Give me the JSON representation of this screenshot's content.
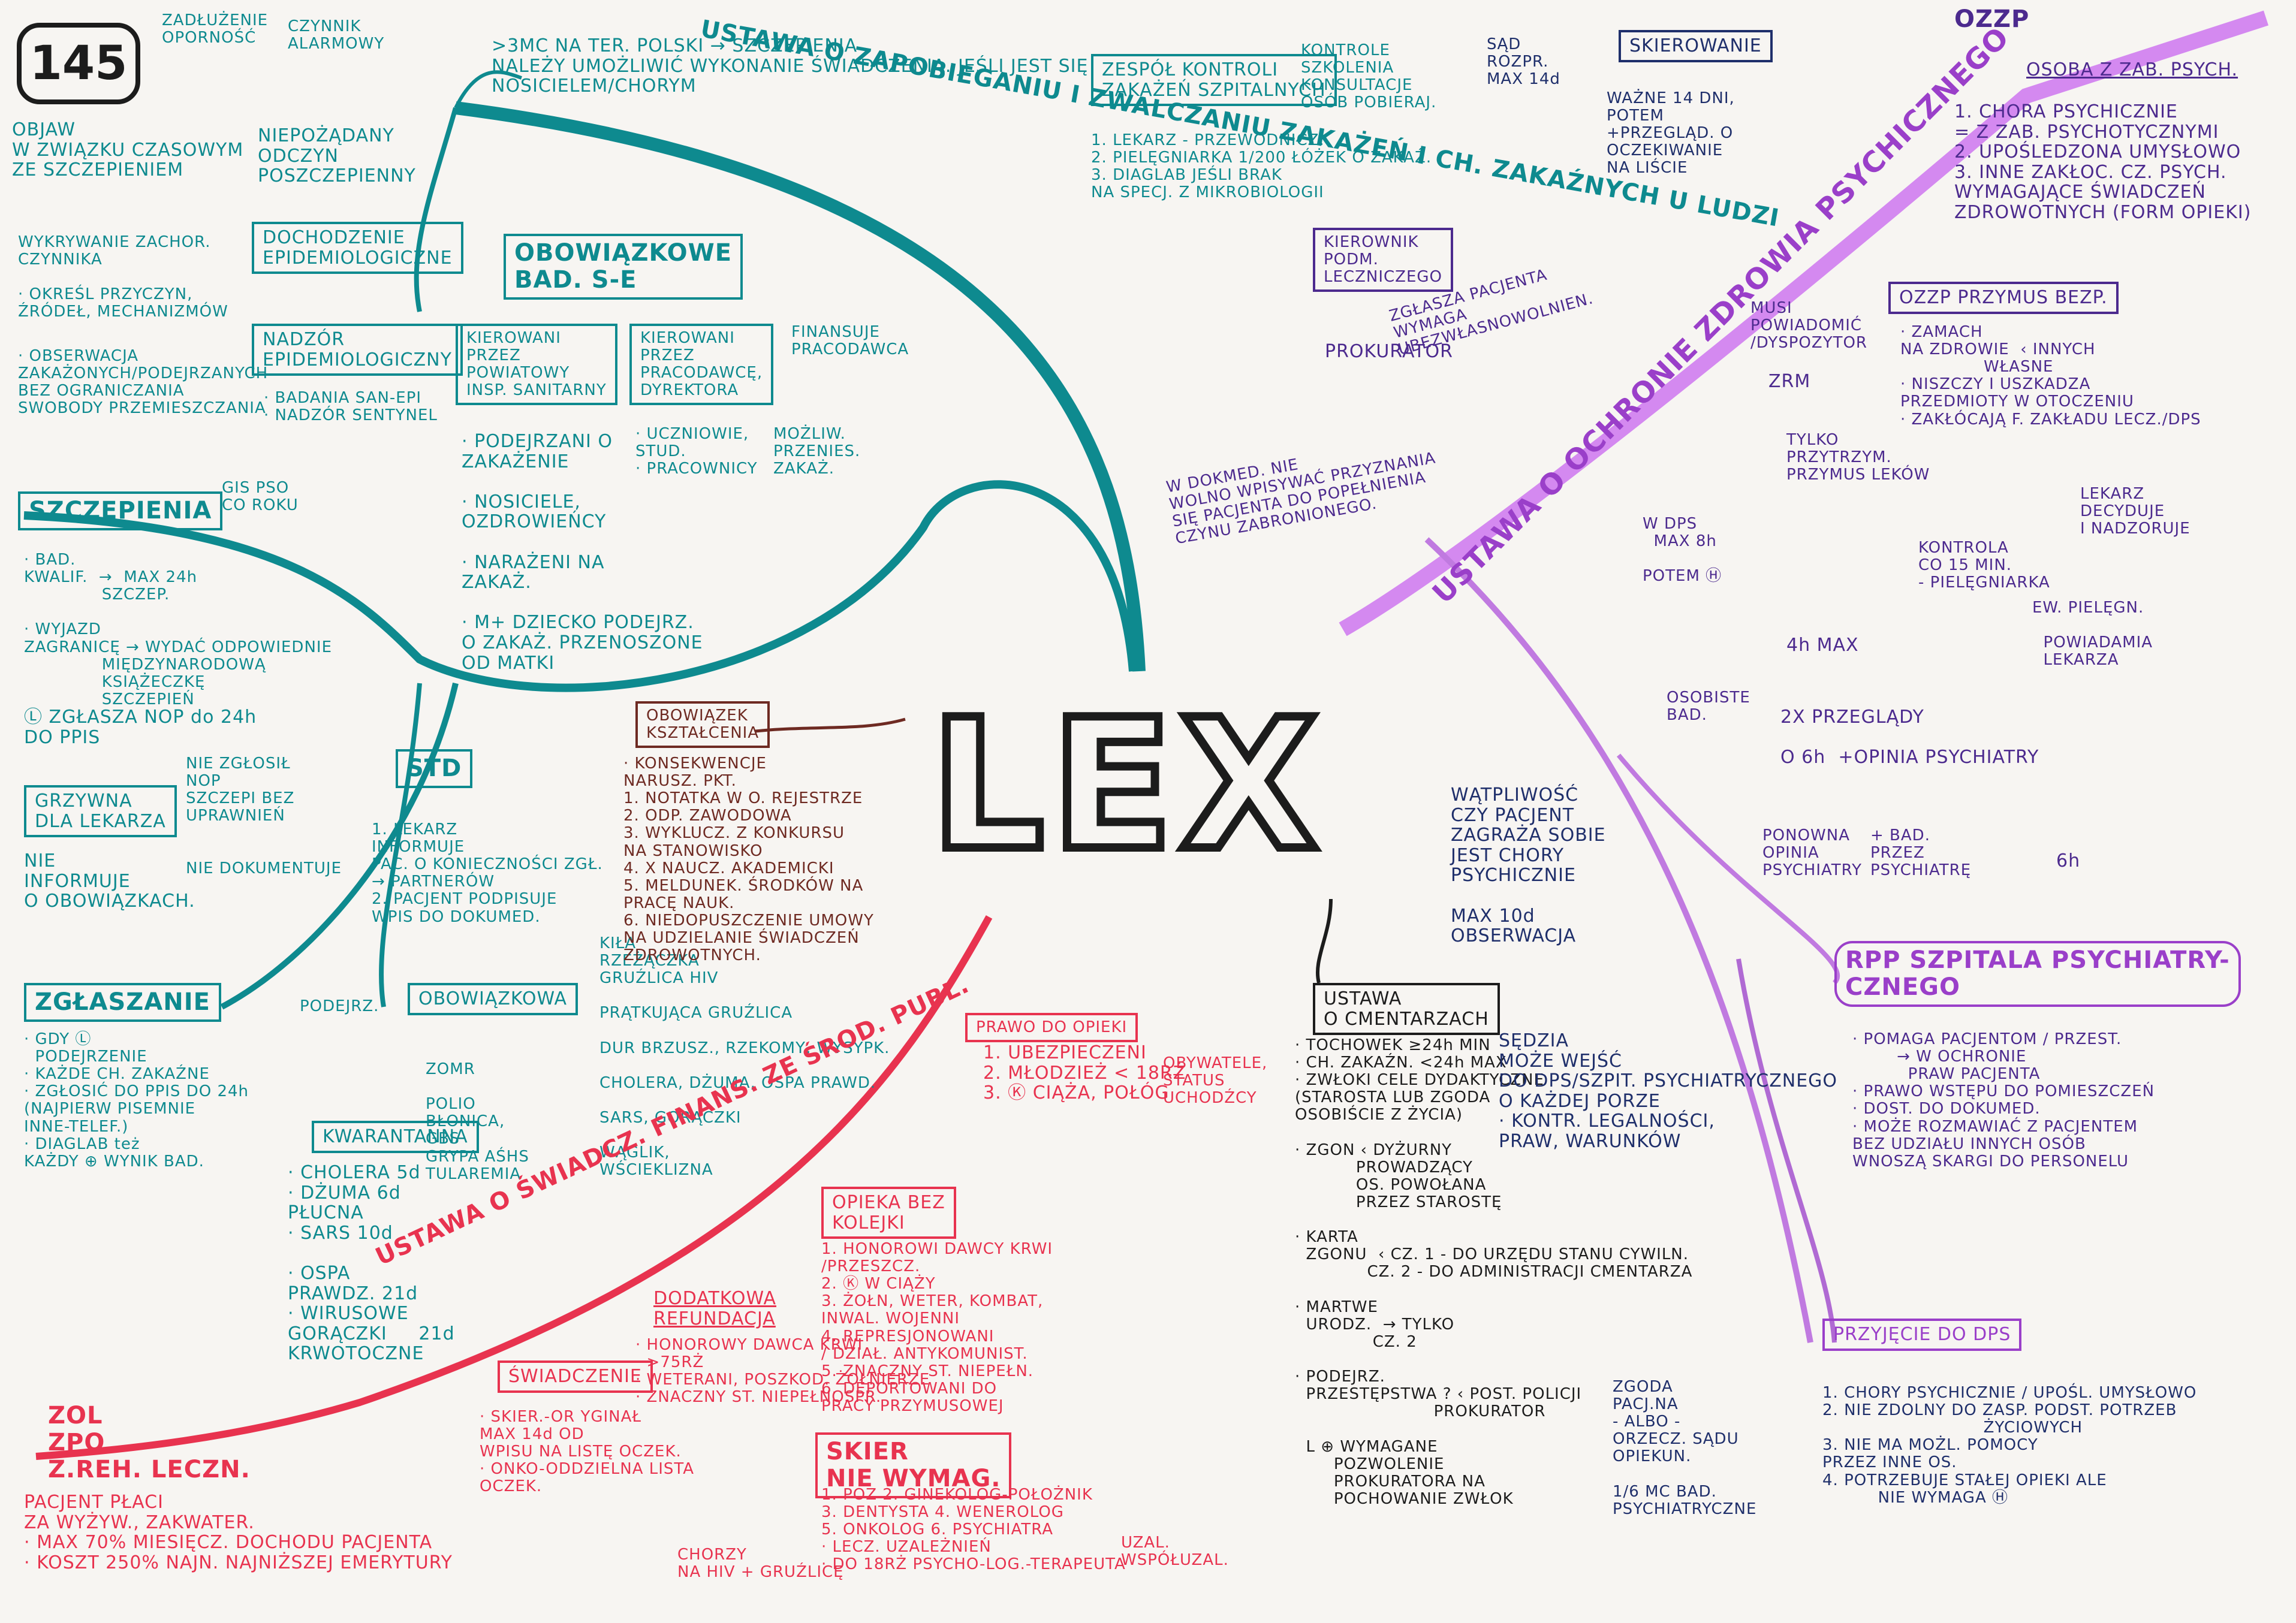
{
  "badge": "145",
  "center": "LEX",
  "branches": {
    "zapobieganie": {
      "title": "USTAWA O ZAPOBIEGANIU I ZWALCZANIU ZAKAŻEŃ I CH. ZAKAŹNYCH U LUDZI",
      "top_note": ">3MC NA TER. POLSKI → SZCZEPIENIA\nNALEŻY UMOŻLIWIĆ WYKONANIE ŚWIADCZENIA. JEŚLI JEST SIĘ\nNOSICIELEM/CHORYM",
      "zadl": "ZADŁUŻENIE\nOPORNOŚĆ",
      "czynnik": "CZYNNIK\nALARMOWY",
      "objaw": "OBJAW\nW ZWIĄZKU CZASOWYM\nZE SZCZEPIENIEM",
      "nop": "NIEPOŻĄDANY\nODCZYN\nPOSZCZEPIENNY",
      "doch_box": "DOCHODZENIE\nEPIDEMIOLOGICZNE",
      "doch_notes": "WYKRYWANIE ZACHOR.\nCZYNNIKA\n\n· OKREŚL PRZYCZYN,\nŹRÓDEŁ, MECHANIZMÓW",
      "nadzor_box": "NADZÓR\nEPIDEMIOLOGICZNY",
      "nadzor_notes": "· OBSERWACJA\nZAKAŻONYCH/PODEJRZANYCH\nBEZ OGRANICZANIA\nSWOBODY PRZEMIESZCZANIA",
      "nadzor_items": "· BADANIA SAN-EPI\n· NADZÓR SENTYNEL",
      "zespol_box": "ZESPÓŁ KONTROLI\nZAKAŻEŃ SZPITALNYCH",
      "zespol_side": "KONTROLE\nSZKOLENIA\nKONSULTACJE\nOSÓB POBIERAJ.",
      "zespol_list": "1. LEKARZ - PRZEWODNICZ.\n2. PIELĘGNIARKA 1/200 ŁÓŻEK O ZAKAŹ.\n3. DIAGLAB JEŚLI BRAK\nNA SPECJ. Z MIKROBIOLOGII",
      "bad_box": "OBOWIĄZKOWE\nBAD. S-E",
      "kier_box": "KIEROWANI\nPRZEZ\nPOWIATOWY\nINSP. SANITARNY",
      "kier_list": "· PODEJRZANI O\nZAKAŻENIE\n\n· NOSICIELE,\nOZDROWIEŃCY\n\n· NARAŻENI NA\nZAKAŻ.\n\n· M+ DZIECKO PODEJRZ.\nO ZAKAŻ. PRZENOSZONE\nOD MATKI",
      "prac_box": "KIEROWANI\nPRZEZ\nPRACODAWCĘ,\nDYREKTORA",
      "prac_side": "FINANSUJE\nPRACODAWCA",
      "prac_list": "· UCZNIOWIE,\nSTUD.\n· PRACOWNICY",
      "prac_note": "MOŻLIW.\nPRZENIES.\nZAKAŻ.",
      "szczep_box": "SZCZEPIENIA",
      "szczep_side": "GIS PSO\nCO ROKU",
      "szczep_list": "· BAD.\nKWALIF.  →  MAX 24h\n              SZCZEP.\n\n· WYJAZD\nZAGRANICĘ → WYDAĆ ODPOWIEDNIE\n              MIĘDZYNARODOWĄ\n              KSIĄŻECZKĘ\n              SZCZEPIEŃ",
      "nop_report": "Ⓛ ZGŁASZA NOP do 24h\nDO PPIS",
      "grzywna_box": "GRZYWNA\nDLA LEKARZA",
      "grzywna_notes": "NIE ZGŁOSIŁ\nNOP\nSZCZEPI BEZ\nUPRAWNIEŃ\n\n\nNIE DOKUMENTUJE",
      "nie_inf": "NIE\nINFORMUJE\nO OBOWIĄZKACH.",
      "std_box": "STD",
      "std_list": "1. LEKARZ\nINFORMUJE\nPAC. O KONIECZNOŚCI ZGŁ.\n→ PARTNERÓW\n2. PACJENT PODPISUJE\nWPIS DO DOKUMED.",
      "zgl_box": "ZGŁASZANIE",
      "zgl_list": "· GDY Ⓛ\n  PODEJRZENIE\n· KAŻDE CH. ZAKAŹNE\n· ZGŁOSIĆ DO PPIS DO 24h\n(NAJPIERW PISEMNIE\nINNE-TELEF.)\n· DIAGLAB też\nKAŻDY ⊕ WYNIK BAD.",
      "podejrz": "PODEJRZ.",
      "obow_box": "OBOWIĄZKOWA",
      "obow_list": "KIŁA\nRZEŻĄCZKA\nGRUŹLICA HIV\n\nPRĄTKUJĄCA GRUŹLICA\n\nDUR BRZUSZ., RZEKOMY, WYSYPK.\n\nCHOLERA, DŻUMA, OSPA PRAWD.\n\nSARS, GORĄCZKI\n\nWĄGLIK,\nWŚCIEKLIZNA",
      "obow_extra": "ZOMR\n\nPOLIO\nBŁONICA,\nGBS\nGRYPA AŚHS\nTULAREMIA",
      "kwar_box": "KWARANTANNA",
      "kwar_list": "· CHOLERA 5d\n· DŻUMA 6d\nPŁUCNA\n· SARS 10d\n\n· OSPA\nPRAWDZ. 21d\n· WIRUSOWE\nGORĄCZKI     21d\nKRWOTOCZNE"
    },
    "kszt": {
      "box": "OBOWIĄZEK\nKSZTAŁCENIA",
      "list": "· KONSEKWENCJE\nNARUSZ. PKT.\n1. NOTATKA W O. REJESTRZE\n2. ODP. ZAWODOWA\n3. WYKLUCZ. Z KONKURSU\nNA STANOWISKO\n4. X NAUCZ. AKADEMICKI\n5. MELDUNEK. ŚRODKÓW NA\nPRACĘ NAUK.\n6. NIEDOPUSZCZENIE UMOWY\nNA UDZIELANIE ŚWIADCZEŃ\nZDROWOTNYCH."
    },
    "swiadczenia": {
      "title": "USTAWA O ŚWIADCZ. FINANS. ZE ŚROD. PUBL.",
      "prawo_box": "PRAWO DO OPIEKI",
      "prawo_list": "1. UBEZPIECZENI\n2. MŁODZIEŻ < 18RŻ\n3. Ⓚ CIĄŻA, POŁÓG",
      "prawo_side": "OBYWATELE,\nSTATUS\nUCHODŹCY",
      "kolejka_box": "OPIEKA BEZ\nKOLEJKI",
      "kolejka_list": "1. HONOROWI DAWCY KRWI\n/PRZESZCZ.\n2. Ⓚ W CIĄŻY\n3. ŻOŁN, WETER, KOMBAT,\nINWAL. WOJENNI\n4. REPRESJONOWANI\n/ DZIAŁ. ANTYKOMUNIST.\n5. ZNACZNY ST. NIEPEŁN.\n6. DEPORTOWANI DO\nPRACY PRZYMUSOWEJ",
      "refund_box": "DODATKOWA\nREFUNDACJA",
      "refund_list": "· HONOROWY DAWCA KRWI\n· >75RŻ\n· WETERANI, POSZKOD. ŻOŁNIERZE\n· ZNACZNY ST. NIEPEŁNOSPR.",
      "swiad_box": "ŚWIADCZENIE",
      "swiad_list": "· SKIER.-OR YGINAŁ\nMAX 14d OD\nWPISU NA LISTĘ OCZEK.\n· ONKO-ODDZIELNA LISTA\nOCZEK.",
      "skier_box": "SKIER\nNIE WYMAG.",
      "skier_list": "1. POZ 2. GINEKOLOG-POŁOŻNIK\n3. DENTYSTA 4. WENEROLOG\n5. ONKOLOG 6. PSYCHIATRA\n· LECZ. UZALEŻNIEŃ\n· DO 18RŻ PSYCHO-LOG.-TERAPEUTA",
      "skier_side": "UZAL.\nWSPÓŁUZAL.",
      "hiv": "CHORZY\nNA HIV + GRUŹLICĘ",
      "zol": "ZOL\nZPO\nZ.REH. LECZN.",
      "zol_list": "PACJENT PŁACI\nZA WYŻYW., ZAKWATER.\n· MAX 70% MIESIĘCZ. DOCHODU PACJENTA\n· KOSZT 250% NAJN. NAJNIŻSZEJ EMERYTURY"
    },
    "cmentarze": {
      "box": "USTAWA\nO CMENTARZACH",
      "list": "· TOCHOWEK ≥24h MIN\n· CH. ZAKAŹN. <24h MAX\n· ZWŁOKI CELE DYDAKTYCZNE\n(STAROSTA LUB ZGODA\nOSOBIŚCIE Z ŻYCIA)\n\n· ZGON ‹ DYŻURNY\n           PROWADZĄCY\n           OS. POWOŁANA\n           PRZEZ STAROSTĘ\n\n· KARTA\n  ZGONU  ‹ CZ. 1 - DO URZĘDU STANU CYWILN.\n             CZ. 2 - DO ADMINISTRACJI CMENTARZA\n\n· MARTWE\n  URODZ.  → TYLKO\n              CZ. 2\n\n· PODEJRZ.\n  PRZESTĘPSTWA ? ‹ POST. POLICJI\n                         PROKURATOR\n\n  L ⊕ WYMAGANE\n       POZWOLENIE\n       PROKURATORA NA\n       POCHOWANIE ZWŁOK",
      "wat": "WĄTPLIWOŚĆ\nCZY PACJENT\nZAGRAŻA SOBIE\nJEST CHORY\nPSYCHICZNIE\n\nMAX 10d\nOBSERWACJA"
    },
    "psych": {
      "title": "USTAWA O OCHRONIE ZDROWIA PSYCHICZNEGO",
      "ozzp": "OZZP",
      "ozzp_box": "OSOBA Z ZAB. PSYCH.",
      "ozzp_list": "1. CHORA PSYCHICZNIE\n= Z ZAB. PSYCHOTYCZNYMI\n2. UPOŚLEDZONA UMYSŁOWO\n3. INNE ZAKŁOC. CZ. PSYCH.\nWYMAGAJĄCE ŚWIADCZEŃ\nZDROWOTNYCH (FORM OPIEKI)",
      "skier_box": "SKIEROWANIE",
      "skier_list": "WAŻNE 14 DNI,\nPOTEM\n+PRZEGLĄD. O\nOCZEKIWANIE\nNA LIŚCIE",
      "sad": "SĄD\nROZPR.\nMAX 14d",
      "kier_box": "KIEROWNIK\nPODM.\nLECZNICZEGO",
      "kier_note": "ZGŁASZA PACJENTA\nWYMAGA\nUBEZWŁASNOWOLNIEN.",
      "prokurator": "PROKURATOR",
      "dokmed": "W DOKMED. NIE\nWOLNO WPISYWAĆ PRZYZNANIA\nSIĘ PACJENTA DO POPEŁNIENIA\nCZYNU ZABRONIONEGO.",
      "przymus_box": "OZZP PRZYMUS BEZP.",
      "musi": "MUSI\nPOWIADOMIĆ\n/DYSPOZYTOR",
      "zrm": "ZRM",
      "zamach": "· ZAMACH\nNA ZDROWIE  ‹ INNYCH\n               WŁASNE\n· NISZCZY I USZKADZA\nPRZEDMIOTY W OTOCZENIU\n· ZAKŁÓCAJĄ F. ZAKŁADU LECZ./DPS",
      "tylko": "TYLKO\nPRZYTRZYM.\nPRZYMUS LEKÓW",
      "dps": "W DPS\n  MAX 8h\n\nPOTEM Ⓗ",
      "kontrola": "KONTROLA\nCO 15 MIN.\n- PIELĘGNIARKA",
      "lekarz": "LEKARZ\nDECYDUJE\nI NADZORUJE",
      "piel": "EW. PIELĘGN.\n\n  POWIADAMIA\n  LEKARZA",
      "max4h": "4h MAX",
      "osob": "OSOBISTE\nBAD.",
      "przeg": "2X PRZEGLĄDY\n\nO 6h  +OPINIA PSYCHIATRY",
      "ponowna": "PONOWNA\nOPINIA\nPSYCHIATRY",
      "bad_psych": "+ BAD.\nPRZEZ\nPSYCHIATRĘ",
      "circle6": "6h",
      "rpp_box": "RPP SZPITALA PSYCHIATRY-\nCZNEGO",
      "rpp_list": "· POMAGA PACJENTOM / PRZEST.\n        → W OCHRONIE\n          PRAW PACJENTA\n· PRAWO WSTĘPU DO POMIESZCZEŃ\n· DOST. DO DOKUMED.\n· MOŻE ROZMAWIAĆ Z PACJENTEM\nBEZ UDZIAŁU INNYCH OSÓB\nWNOSZĄ SKARGI DO PERSONELU",
      "sedzia": "SĘDZIA\nMOŻE WEJŚĆ\nDO DPS/SZPIT. PSYCHIATRYCZNEGO\nO KAŻDEJ PORZE\n· KONTR. LEGALNOŚCI,\nPRAW, WARUNKÓW",
      "dps_box": "PRZYJĘCIE DO DPS",
      "zgoda": "ZGODA\nPACJ.NA\n- ALBO -\nORZECZ. SĄDU\nOPIEKUN.\n\n1/6 MC BAD.\nPSYCHIATRYCZNE",
      "dps_list": "1. CHORY PSYCHICZNIE / UPOŚL. UMYSŁOWO\n2. NIE ZDOLNY DO ZASP. PODST. POTRZEB\n                             ŻYCIOWYCH\n3. NIE MA MOŻL. POMOCY\nPRZEZ INNE OS.\n4. POTRZEBUJE STAŁEJ OPIEKI ALE\n          NIE WYMAGA Ⓗ"
    }
  }
}
